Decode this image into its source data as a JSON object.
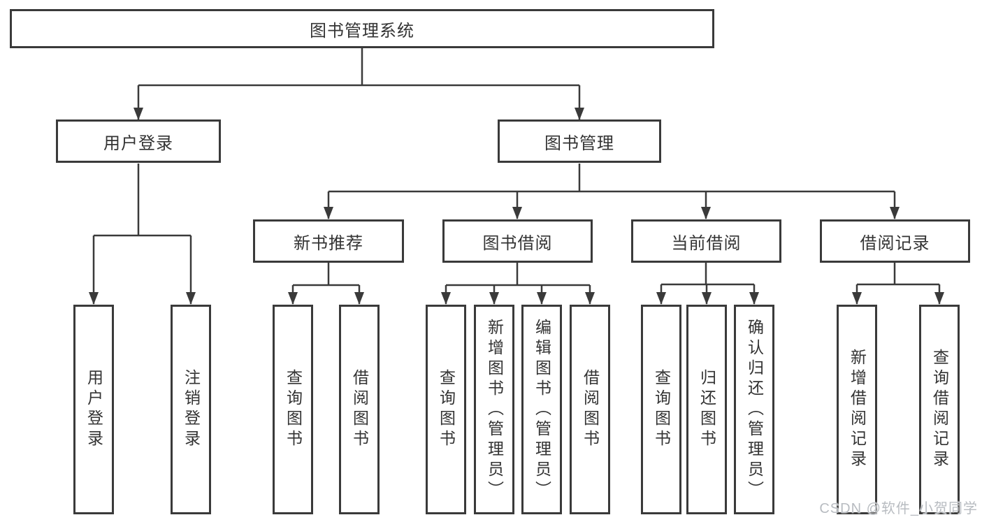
{
  "diagram": {
    "title": "图书管理系统",
    "root": "图书管理系统",
    "level2": [
      "用户登录",
      "图书管理"
    ],
    "level3": [
      "新书推荐",
      "图书借阅",
      "当前借阅",
      "借阅记录"
    ],
    "leaves": {
      "user_login": [
        "用户登录",
        "注销登录"
      ],
      "new_book_recommend": [
        "查询图书",
        "借阅图书"
      ],
      "book_borrow": [
        "查询图书",
        "新增图书（管理员）",
        "编辑图书（管理员）",
        "借阅图书"
      ],
      "current_borrow": [
        "查询图书",
        "归还图书",
        "确认归还（管理员）"
      ],
      "borrow_record": [
        "新增借阅记录",
        "查询借阅记录"
      ]
    }
  },
  "watermark": "CSDN @软件_小贺同学",
  "colors": {
    "line": "#3a3a3a",
    "border": "#3a3a3a",
    "fill": "#ffffff",
    "text": "#333333",
    "watermark": "#b8bcc1"
  }
}
